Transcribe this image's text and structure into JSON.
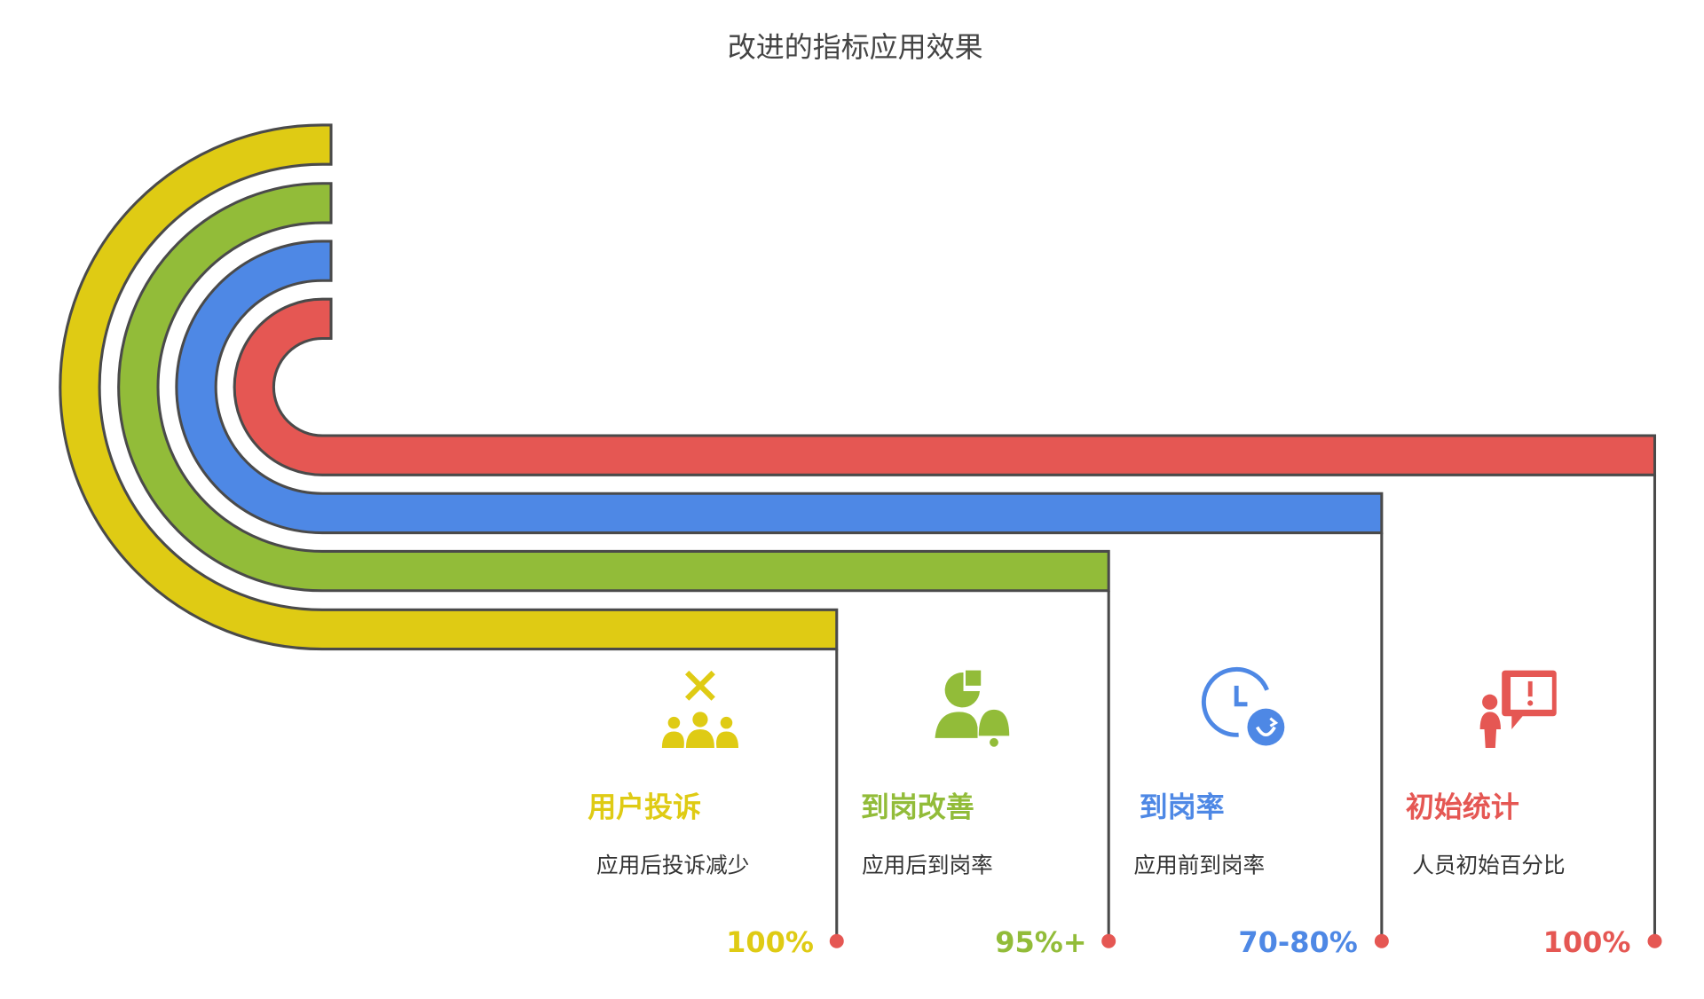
{
  "title": "改进的指标应用效果",
  "colors": {
    "stroke": "#4a4a4a",
    "dot": "#E55753"
  },
  "items": [
    {
      "label": "用户投诉",
      "desc": "应用后投诉减少",
      "value": "100%",
      "color": "#DFCB14",
      "icon": "people-cancel-icon"
    },
    {
      "label": "到岗改善",
      "desc": "应用后到岗率",
      "value": "95%+",
      "color": "#92BC39",
      "icon": "person-chart-bell-icon"
    },
    {
      "label": "到岗率",
      "desc": "应用前到岗率",
      "value": "70-80%",
      "color": "#4E88E5",
      "icon": "clock-icon"
    },
    {
      "label": "初始统计",
      "desc": "人员初始百分比",
      "value": "100%",
      "color": "#E55753",
      "icon": "presenter-alert-icon"
    }
  ]
}
